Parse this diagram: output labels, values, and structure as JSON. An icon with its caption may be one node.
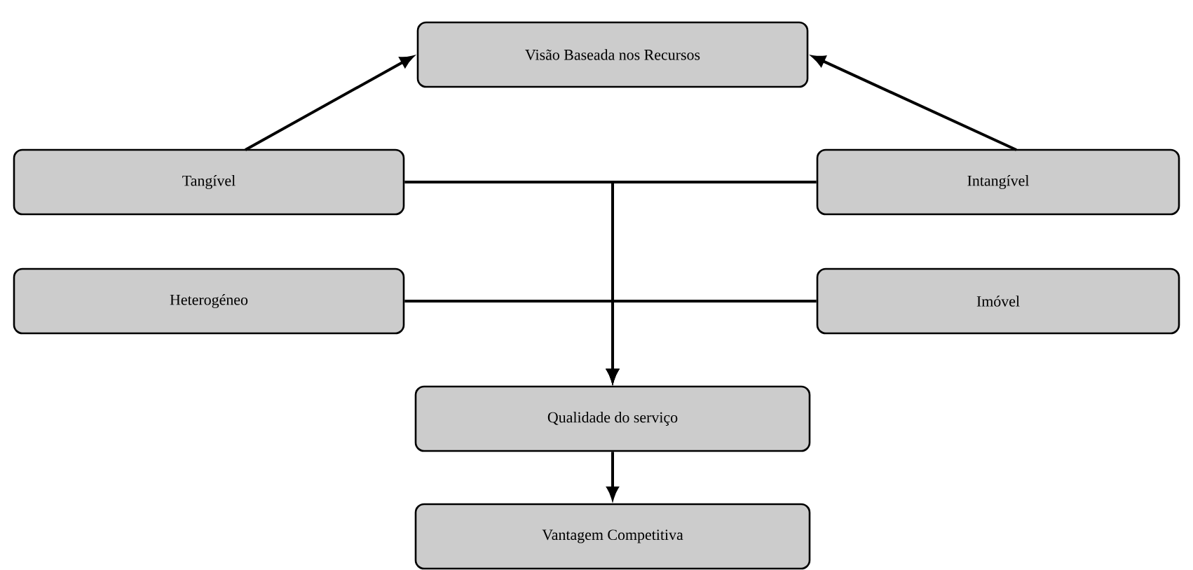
{
  "diagram": {
    "nodes": [
      {
        "text": [
          "Visão Baseada nos Recursos"
        ]
      },
      {
        "text": [
          "Tangível"
        ]
      },
      {
        "text": [
          "Intangível"
        ]
      },
      {
        "text": [
          "Heterogéneo"
        ]
      },
      {
        "text": [
          "Imóvel"
        ]
      },
      {
        "text": [
          "Qualidade do serviço"
        ]
      },
      {
        "text": [
          "Vantagem Competitiva"
        ]
      }
    ],
    "edges": [
      {
        "from": 1,
        "to": 0,
        "arrow": "to"
      },
      {
        "from": 2,
        "to": 0,
        "arrow": "to"
      },
      {
        "from": 1,
        "to": 5,
        "arrow": "to"
      },
      {
        "from": 2,
        "to": 5,
        "arrow": "to"
      },
      {
        "from": 3,
        "to": 5,
        "arrow": "to"
      },
      {
        "from": 4,
        "to": 5,
        "arrow": "to"
      },
      {
        "from": 5,
        "to": 6,
        "arrow": "to"
      }
    ]
  }
}
